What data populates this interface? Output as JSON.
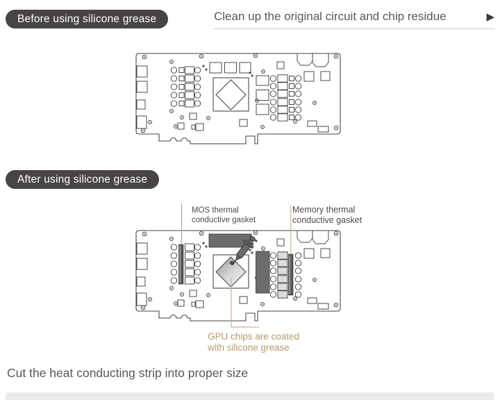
{
  "steps": {
    "before": {
      "badge": "Before using silicone grease",
      "instruction": "Clean up the original circuit and chip residue",
      "arrow_icon": "▶"
    },
    "after": {
      "badge": "After using silicone grease"
    }
  },
  "annotations": {
    "mos": {
      "line1": "MOS thermal",
      "line2": "conductive gasket"
    },
    "memory": {
      "line1": "Memory thermal",
      "line2": "conductive gasket"
    },
    "gpu": {
      "line1": "GPU chips are coated",
      "line2": "with silicone grease"
    }
  },
  "footer": {
    "text": "Cut the heat conducting strip into proper size"
  },
  "colors": {
    "badge_bg": "#474443",
    "badge_text": "#ffffff",
    "body_text": "#57585a",
    "annotation_text": "#4c4c4e",
    "pcb_line": "#3f4041",
    "thermal_pad": "#6b6c6e",
    "gpu_note": "#b59a6b",
    "leader_gray": "#a8a8a8",
    "leader_tan": "#c9b68c",
    "bottom_band": "#ebebeb"
  }
}
